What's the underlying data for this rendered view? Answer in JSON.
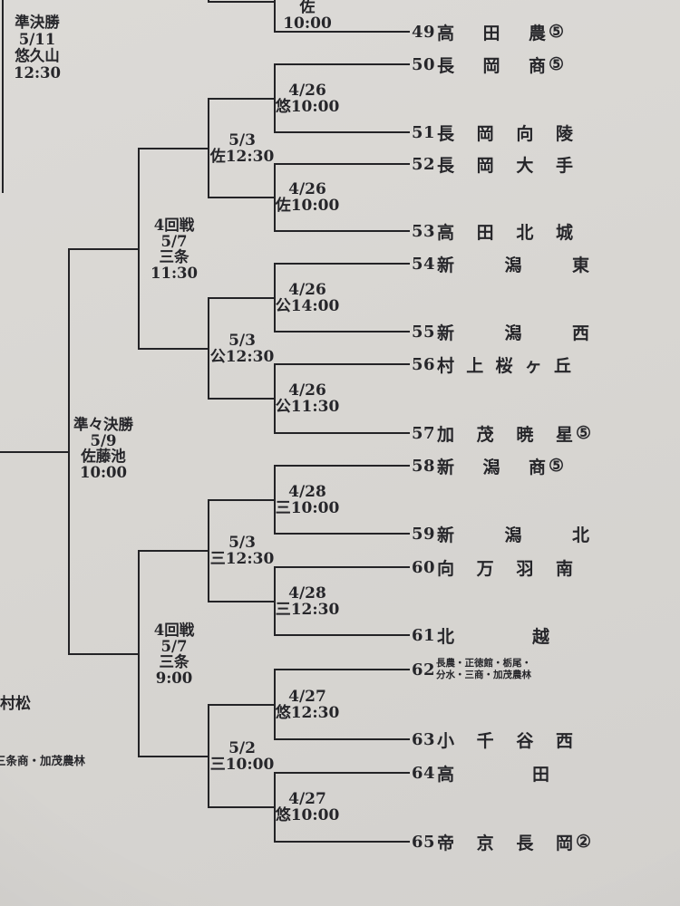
{
  "page": {
    "background": "#d8d6d2",
    "line_color": "#232326",
    "text_color": "#26262a"
  },
  "semifinal": {
    "round": "準決勝",
    "date": "5/11",
    "venue": "悠久山",
    "time": "12:30"
  },
  "quarterfinal": {
    "round": "準々決勝",
    "date": "5/9",
    "venue": "佐藤池",
    "time": "10:00"
  },
  "round4": [
    {
      "round": "4回戦",
      "date": "5/7",
      "venue": "三条",
      "time": "11:30"
    },
    {
      "round": "4回戦",
      "date": "5/7",
      "venue": "三条",
      "time": "9:00"
    }
  ],
  "teams": [
    {
      "no": "49",
      "chars": [
        "高",
        "田",
        "農"
      ],
      "seed": "⑤"
    },
    {
      "no": "50",
      "chars": [
        "長",
        "岡",
        "商"
      ],
      "seed": "⑤"
    },
    {
      "no": "51",
      "chars": [
        "長",
        "岡",
        "向",
        "陵"
      ]
    },
    {
      "no": "52",
      "chars": [
        "長",
        "岡",
        "大",
        "手"
      ]
    },
    {
      "no": "53",
      "chars": [
        "高",
        "田",
        "北",
        "城"
      ]
    },
    {
      "no": "54",
      "chars": [
        "新",
        "潟",
        "東"
      ]
    },
    {
      "no": "55",
      "chars": [
        "新",
        "潟",
        "西"
      ]
    },
    {
      "no": "56",
      "chars": [
        "村",
        "上",
        "桜",
        "ヶ",
        "丘"
      ]
    },
    {
      "no": "57",
      "chars": [
        "加",
        "茂",
        "暁",
        "星"
      ],
      "seed": "⑤"
    },
    {
      "no": "58",
      "chars": [
        "新",
        "潟",
        "商"
      ],
      "seed": "⑤"
    },
    {
      "no": "59",
      "chars": [
        "新",
        "潟",
        "北"
      ]
    },
    {
      "no": "60",
      "chars": [
        "向",
        "万",
        "羽",
        "南"
      ]
    },
    {
      "no": "61",
      "chars": [
        "北",
        "越"
      ]
    },
    {
      "no": "62",
      "small_lines": [
        "長農・正徳館・栃尾・",
        "分水・三商・加茂農林"
      ]
    },
    {
      "no": "63",
      "chars": [
        "小",
        "千",
        "谷",
        "西"
      ]
    },
    {
      "no": "64",
      "chars": [
        "高",
        "田"
      ]
    },
    {
      "no": "65",
      "chars": [
        "帝",
        "京",
        "長",
        "岡"
      ],
      "seed": "②"
    }
  ],
  "round1": [
    {
      "date": "",
      "venue_time": "佐10:00",
      "pair": [
        null,
        "49"
      ]
    },
    {
      "date": "4/26",
      "venue_time": "悠10:00",
      "pair": [
        "50",
        "51"
      ]
    },
    {
      "date": "4/26",
      "venue_time": "佐10:00",
      "pair": [
        "52",
        "53"
      ]
    },
    {
      "date": "4/26",
      "venue_time": "公14:00",
      "pair": [
        "54",
        "55"
      ]
    },
    {
      "date": "4/26",
      "venue_time": "公11:30",
      "pair": [
        "56",
        "57"
      ]
    },
    {
      "date": "4/28",
      "venue_time": "三10:00",
      "pair": [
        "58",
        "59"
      ]
    },
    {
      "date": "4/28",
      "venue_time": "三12:30",
      "pair": [
        "60",
        "61"
      ]
    },
    {
      "date": "4/27",
      "venue_time": "悠12:30",
      "pair": [
        "62",
        "63"
      ]
    },
    {
      "date": "4/27",
      "venue_time": "悠10:00",
      "pair": [
        "64",
        "65"
      ]
    }
  ],
  "round2": [
    {
      "date": "5/3",
      "venue_time": "佐12:30"
    },
    {
      "date": "5/3",
      "venue_time": "公12:30"
    },
    {
      "date": "5/3",
      "venue_time": "三12:30"
    },
    {
      "date": "5/2",
      "venue_time": "三10:00"
    }
  ],
  "edge_texts": {
    "left_mid": "村松",
    "left_lower": "三条商・加茂農林"
  }
}
